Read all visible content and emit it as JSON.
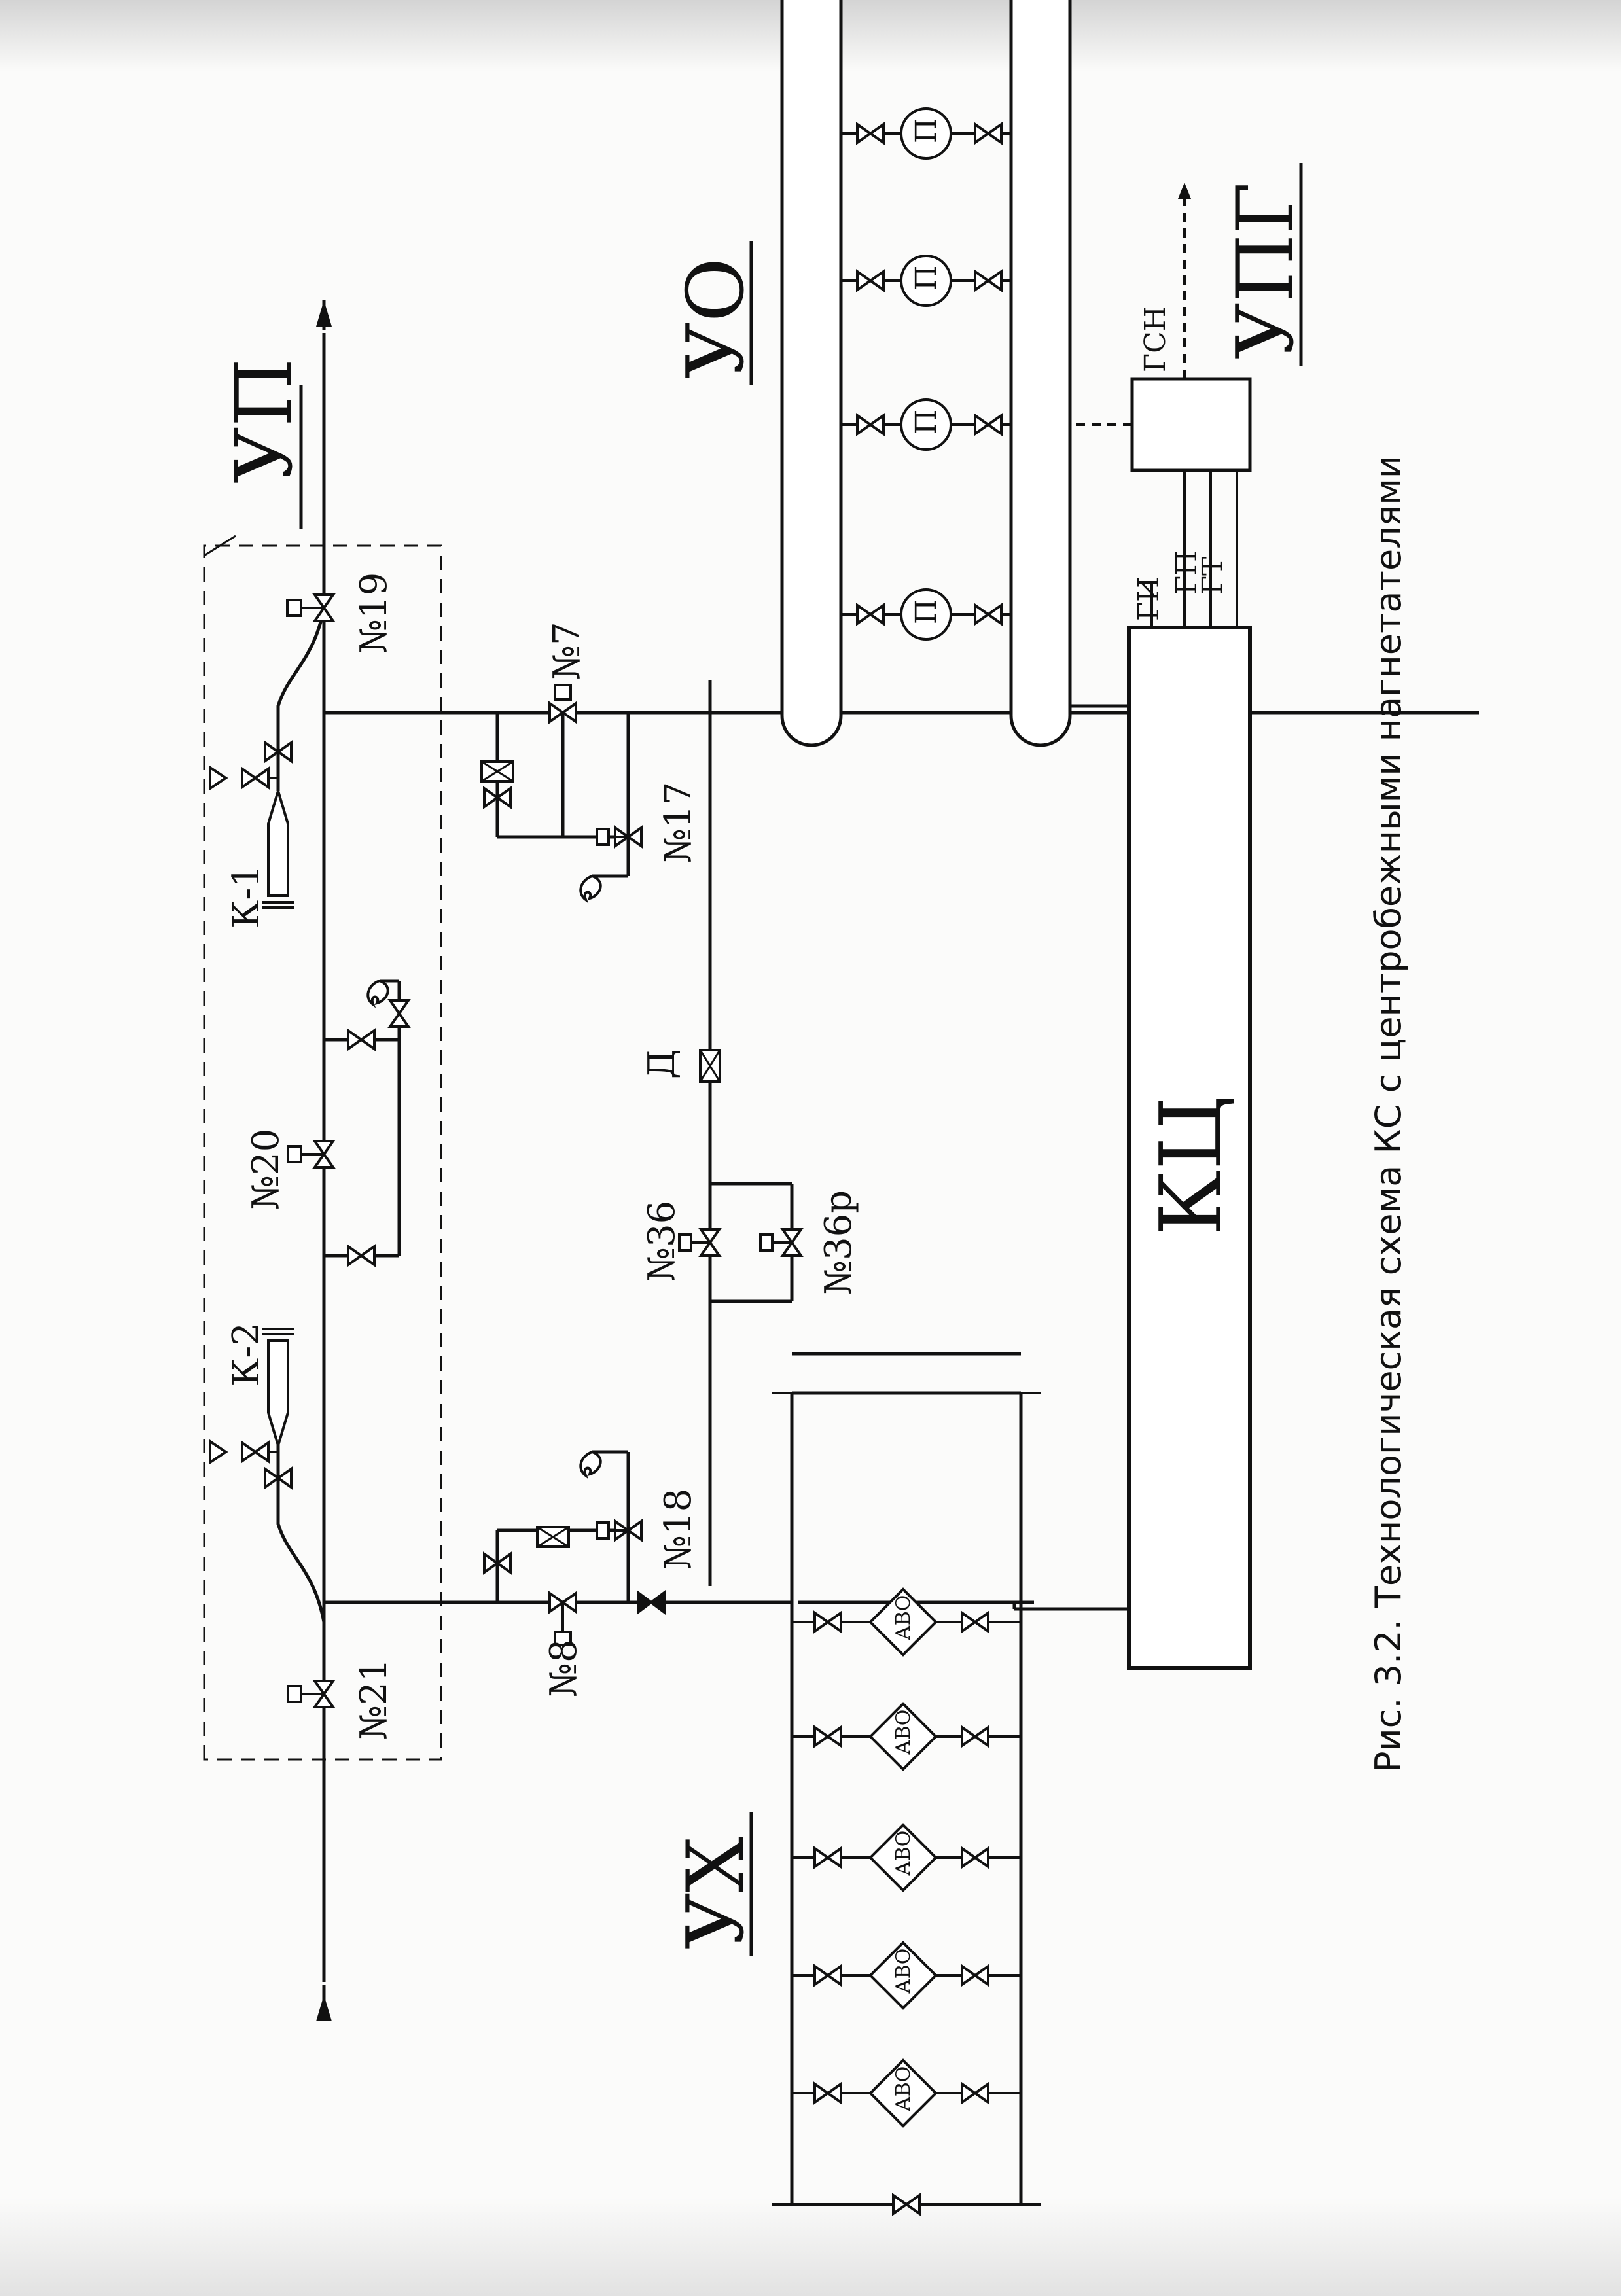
{
  "caption": "Рис. 3.2. Технологическая схема КС с центробежными нагнетателями",
  "units": {
    "up": "УП",
    "ux": "УХ",
    "uo": "УО",
    "upg": "УПГ",
    "kc": "КЦ",
    "gsn": "ГСН"
  },
  "valves": {
    "v19": "№19",
    "v20": "№20",
    "v21": "№21",
    "v7": "№7",
    "v17": "№17",
    "v8": "№8",
    "v18": "№18",
    "v36": "№36",
    "v36r": "№36р"
  },
  "labels": {
    "k1": "К-1",
    "k2": "К-2",
    "d": "Д",
    "abo": "АВО",
    "p": "П",
    "gi": "ГИ",
    "gp": "ГП",
    "gt": "ГТ"
  }
}
